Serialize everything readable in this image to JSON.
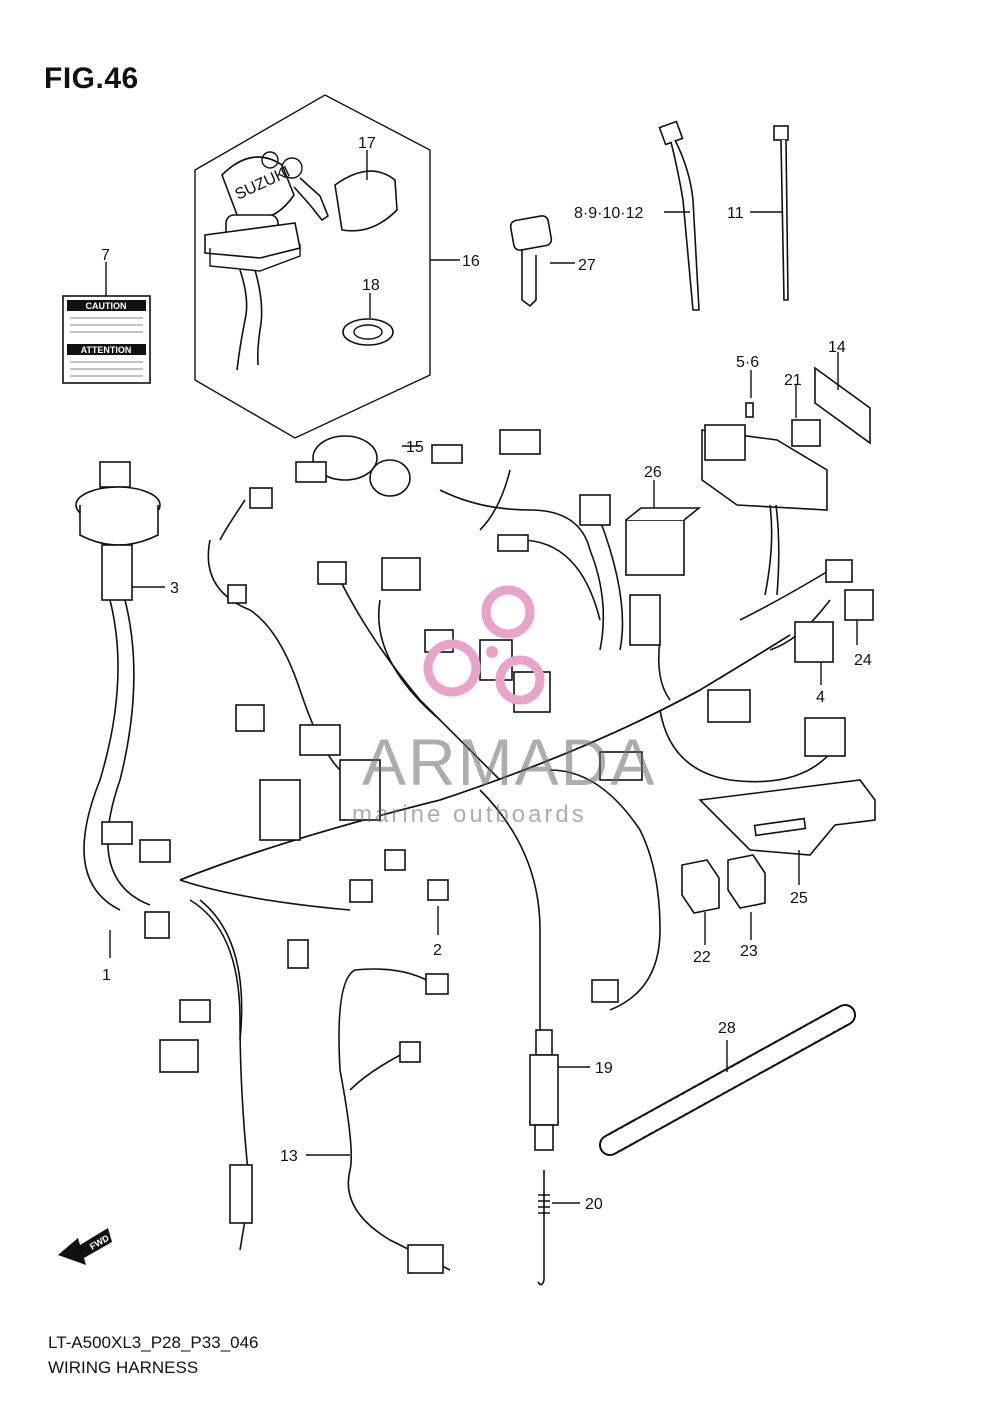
{
  "figure": {
    "title": "FIG.46",
    "model_code": "LT-A500XL3_P28_P33_046",
    "section_name": "WIRING HARNESS"
  },
  "decal": {
    "caution": "CAUTION",
    "attention": "ATTENTION"
  },
  "key_brand": "SUZUKI",
  "fwd_label": "FWD",
  "watermark": {
    "brand": "ARMADA",
    "tagline": "marine outboards",
    "logo_color": "#e9a3c9"
  },
  "callouts": {
    "c1": "1",
    "c2": "2",
    "c3": "3",
    "c4": "4",
    "c5_6": "5·6",
    "c7": "7",
    "c8_12": "8·9·10·12",
    "c11": "11",
    "c13": "13",
    "c14": "14",
    "c15": "15",
    "c16": "16",
    "c17": "17",
    "c18": "18",
    "c19": "19",
    "c20": "20",
    "c21": "21",
    "c22": "22",
    "c23": "23",
    "c24": "24",
    "c25": "25",
    "c26": "26",
    "c27": "27",
    "c28": "28"
  }
}
